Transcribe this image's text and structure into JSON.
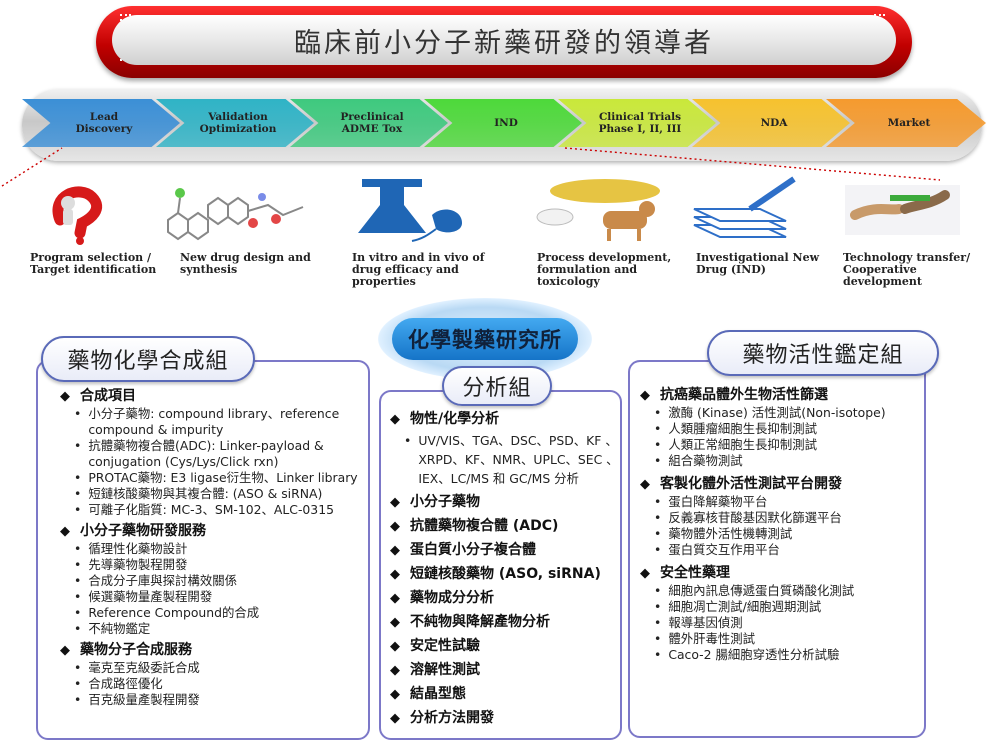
{
  "banner": {
    "title": "臨床前小分子新藥研發的領導者"
  },
  "pipeline": {
    "stages": [
      {
        "label": "Lead\nDiscovery",
        "color": "#3b8fd6"
      },
      {
        "label": "Validation\nOptimization",
        "color": "#2fb3c6"
      },
      {
        "label": "Preclinical\nADME Tox",
        "color": "#3ec97e"
      },
      {
        "label": "IND",
        "color": "#4dd93a"
      },
      {
        "label": "Clinical Trials\nPhase I, II, III",
        "color": "#c9e83a"
      },
      {
        "label": "NDA",
        "color": "#f6c22e"
      },
      {
        "label": "Market",
        "color": "#f59a2e"
      }
    ]
  },
  "steps": [
    {
      "caption": "Program selection /\nTarget identification"
    },
    {
      "caption": "New drug design and\nsynthesis"
    },
    {
      "caption": "In vitro and in vivo of\ndrug efficacy and\nproperties"
    },
    {
      "caption": "Process development,\nformulation and\ntoxicology"
    },
    {
      "caption": "Investigational New\nDrug (IND)"
    },
    {
      "caption": "Technology transfer/\nCooperative\ndevelopment"
    }
  ],
  "institute": {
    "title": "化學製藥研究所"
  },
  "left": {
    "title": "藥物化學合成組",
    "sections": [
      {
        "heading": "合成項目",
        "items": [
          "小分子藥物: compound library、reference compound & impurity",
          "抗體藥物複合體(ADC): Linker-payload & conjugation (Cys/Lys/Click rxn)",
          "PROTAC藥物: E3 ligase衍生物、Linker library",
          "短鏈核酸藥物與其複合體: (ASO & siRNA)",
          "可離子化脂質: MC-3、SM-102、ALC-0315"
        ]
      },
      {
        "heading": "小分子藥物研發服務",
        "items": [
          "循理性化藥物設計",
          "先導藥物製程開發",
          "合成分子庫與探討構效關係",
          "候選藥物量產製程開發",
          "Reference Compound的合成",
          "不純物鑑定"
        ]
      },
      {
        "heading": "藥物分子合成服務",
        "items": [
          "毫克至克級委託合成",
          "合成路徑優化",
          "百克級量產製程開發"
        ]
      }
    ]
  },
  "mid": {
    "title": "分析組",
    "sections": [
      {
        "heading": "物性/化學分析",
        "text": "UV/VIS、TGA、DSC、PSD、KF 、XRPD、KF、NMR、UPLC、SEC 、IEX、LC/MS 和 GC/MS 分析"
      },
      {
        "heading": "小分子藥物"
      },
      {
        "heading": "抗體藥物複合體 (ADC)"
      },
      {
        "heading": "蛋白質小分子複合體"
      },
      {
        "heading": "短鏈核酸藥物 (ASO, siRNA)"
      },
      {
        "heading": "藥物成分分析"
      },
      {
        "heading": "不純物與降解產物分析"
      },
      {
        "heading": "安定性試驗"
      },
      {
        "heading": "溶解性測試"
      },
      {
        "heading": "結晶型態"
      },
      {
        "heading": "分析方法開發"
      }
    ]
  },
  "right": {
    "title": "藥物活性鑑定組",
    "sections": [
      {
        "heading": "抗癌藥品體外生物活性篩選",
        "items": [
          "激酶 (Kinase) 活性測試(Non-isotope)",
          "人類腫瘤細胞生長抑制測試",
          "人類正常細胞生長抑制測試",
          "組合藥物測試"
        ]
      },
      {
        "heading": "客製化體外活性測試平台開發",
        "items": [
          "蛋白降解藥物平台",
          "反義寡核苷酸基因默化篩選平台",
          "藥物體外活性機轉測試",
          "蛋白質交互作用平台"
        ]
      },
      {
        "heading": "安全性藥理",
        "items": [
          "細胞內訊息傳遞蛋白質磷酸化測試",
          "細胞凋亡測試/細胞週期測試",
          "報導基因偵測",
          "體外肝毒性測試",
          "Caco-2 腸細胞穿透性分析試驗"
        ]
      }
    ]
  }
}
